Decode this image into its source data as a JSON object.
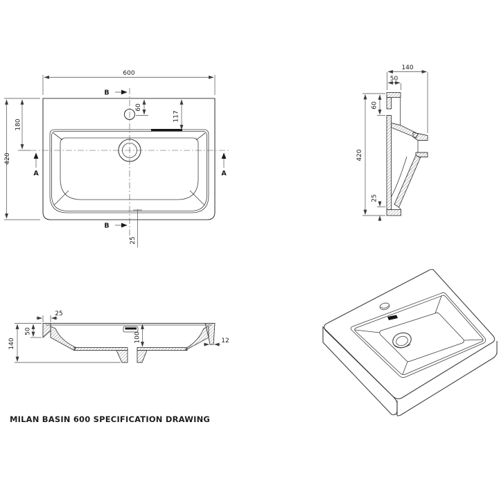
{
  "title": "MILAN BASIN 600 SPECIFICATION DRAWING",
  "views": {
    "plan": {
      "dims": {
        "overall_width": "600",
        "overall_depth": "420",
        "centerline_from_back": "180",
        "tap_hole_from_back": "60",
        "rim_inner_from_back": "117",
        "drain_offset": "25"
      },
      "section_markers": {
        "a": "A",
        "b": "B"
      }
    },
    "side_section": {
      "dims": {
        "overall_height": "140",
        "back_ledge": "50",
        "tap_hole_from_back": "60",
        "overall_depth": "420",
        "bottom_apron": "25"
      }
    },
    "front_section": {
      "dims": {
        "rim_overhang": "25",
        "apron_height": "50",
        "overall_height": "140",
        "bowl_depth": "100",
        "edge_thickness": "12"
      }
    }
  }
}
